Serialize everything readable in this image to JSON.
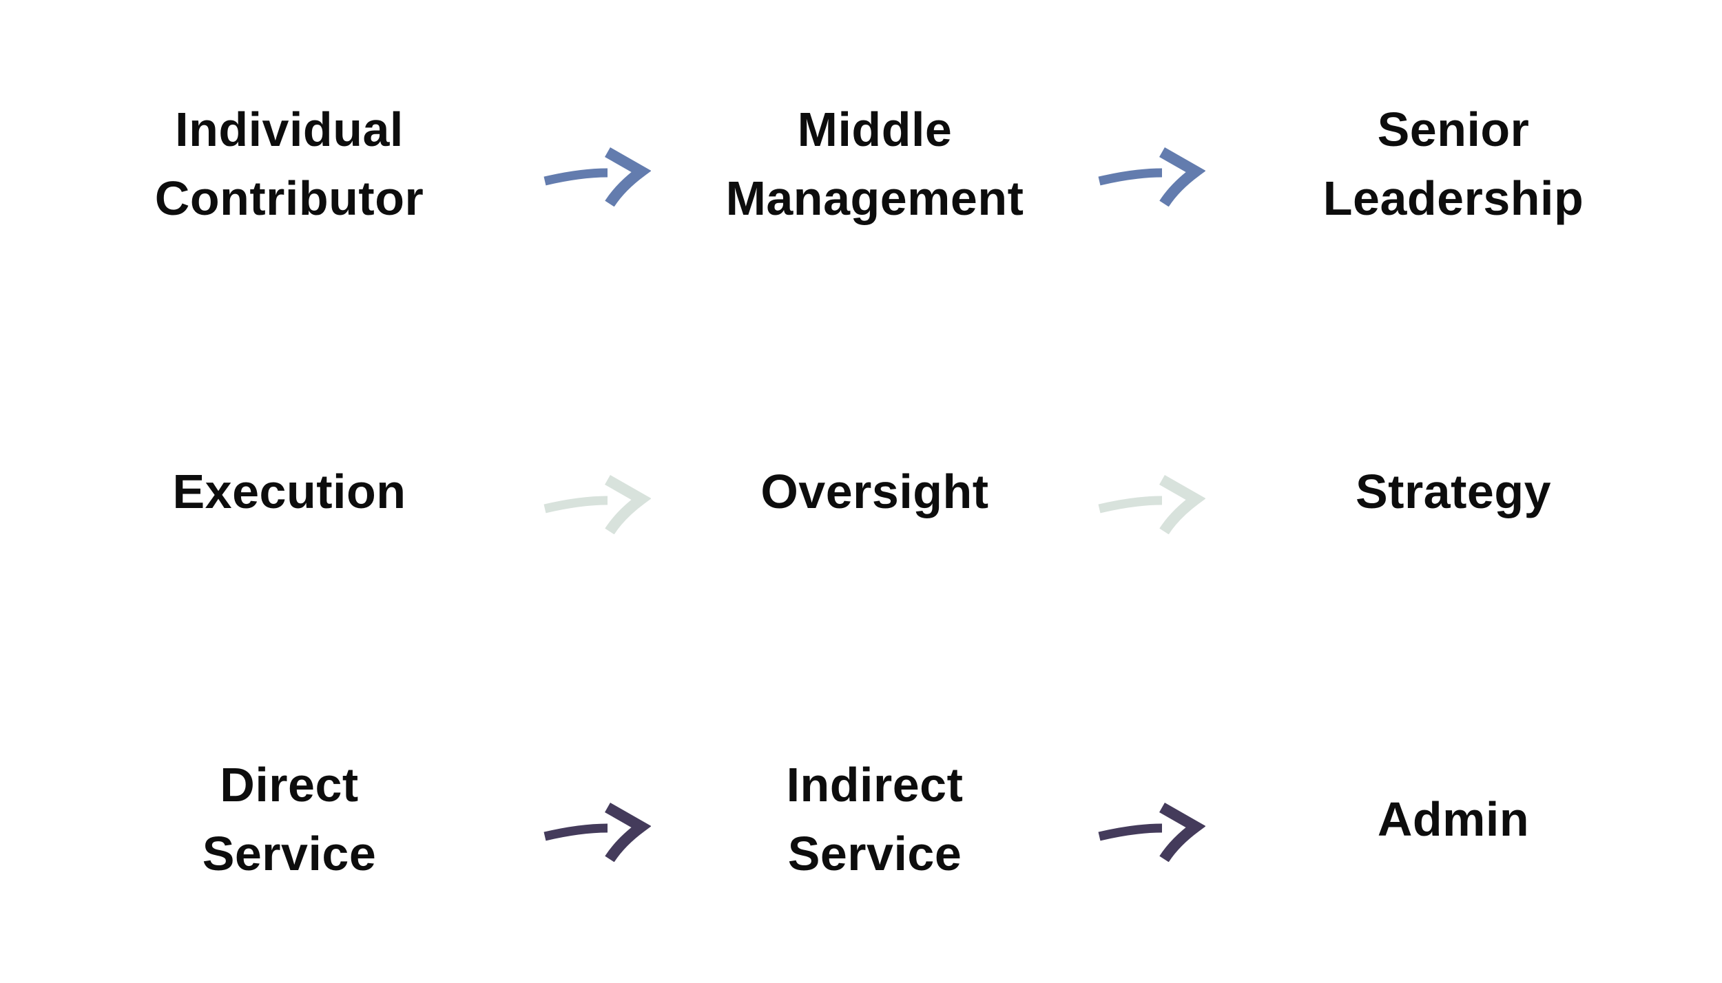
{
  "diagram": {
    "title": "career-progression-transitions",
    "background": "#ffffff",
    "text_color": "#0d0d0d",
    "rows": [
      {
        "name": "seniority-level",
        "arrow_color": "#637cae",
        "arrow_icon": "hand-drawn-right-arrow",
        "stages": [
          {
            "label": "Individual\nContributor"
          },
          {
            "label": "Middle\nManagement"
          },
          {
            "label": "Senior\nLeadership"
          }
        ]
      },
      {
        "name": "work-focus",
        "arrow_color": "#d8e2dc",
        "arrow_icon": "hand-drawn-right-arrow",
        "stages": [
          {
            "label": "Execution"
          },
          {
            "label": "Oversight"
          },
          {
            "label": "Strategy"
          }
        ]
      },
      {
        "name": "service-type",
        "arrow_color": "#443b5b",
        "arrow_icon": "hand-drawn-right-arrow",
        "stages": [
          {
            "label": "Direct\nService"
          },
          {
            "label": "Indirect\nService"
          },
          {
            "label": "Admin"
          }
        ]
      }
    ]
  }
}
